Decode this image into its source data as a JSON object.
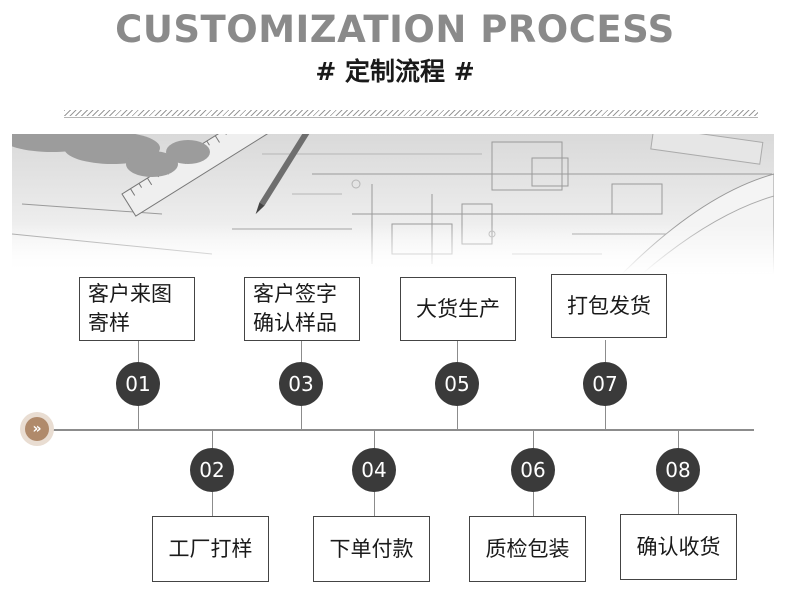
{
  "header": {
    "title_en": "CUSTOMIZATION PROCESS",
    "title_cn": "# 定制流程 #"
  },
  "start_icon": "double-chevron-right-icon",
  "steps": [
    {
      "num": "01",
      "label": "客户来图寄样",
      "label_lines": [
        "客户来图",
        "寄样"
      ]
    },
    {
      "num": "02",
      "label": "工厂打样"
    },
    {
      "num": "03",
      "label": "客户签字确认样品",
      "label_lines": [
        "客户签字",
        "确认样品"
      ]
    },
    {
      "num": "04",
      "label": "下单付款"
    },
    {
      "num": "05",
      "label": "大货生产"
    },
    {
      "num": "06",
      "label": "质检包装"
    },
    {
      "num": "07",
      "label": "打包发货"
    },
    {
      "num": "08",
      "label": "确认收货"
    }
  ],
  "colors": {
    "title_gray": "#8a8a8a",
    "circle": "#3a3a3a",
    "start_dot": "#b08a6b",
    "line": "#8c8c8c"
  }
}
